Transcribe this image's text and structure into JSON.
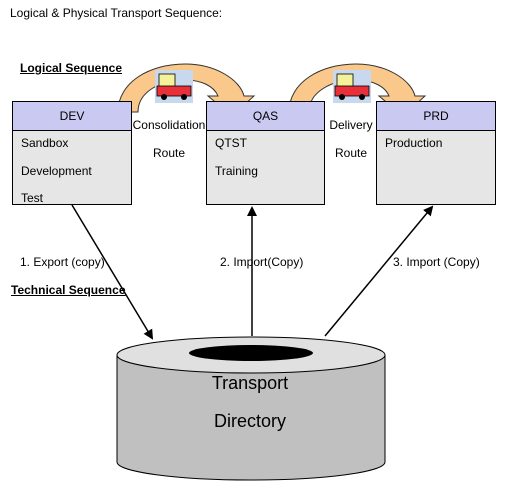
{
  "title": "Logical & Physical Transport Sequence:",
  "logical_label": "Logical Sequence",
  "technical_label": "Technical Sequence",
  "systems": {
    "dev": {
      "name": "DEV",
      "items": [
        "Sandbox",
        "Development",
        "Test"
      ]
    },
    "qas": {
      "name": "QAS",
      "items": [
        "QTST",
        "Training"
      ]
    },
    "prd": {
      "name": "PRD",
      "items": [
        "Production"
      ]
    }
  },
  "routes": {
    "consolidation": {
      "line1": "Consolidation",
      "line2": "Route"
    },
    "delivery": {
      "line1": "Delivery",
      "line2": "Route"
    }
  },
  "steps": [
    "1.   Export (copy)",
    "2.  Import(Copy)",
    "3.  Import (Copy)"
  ],
  "directory": {
    "line1": "Transport",
    "line2": "Directory"
  },
  "colors": {
    "box_header": "#c9c9f2",
    "box_body": "#e6e6e6",
    "arc": "#f9c88a",
    "truck_cab": "#f4f19a",
    "truck_body": "#e8303a",
    "cylinder": "#c0c0c0"
  },
  "icons": [
    "truck-icon",
    "curved-arrow-icon"
  ]
}
